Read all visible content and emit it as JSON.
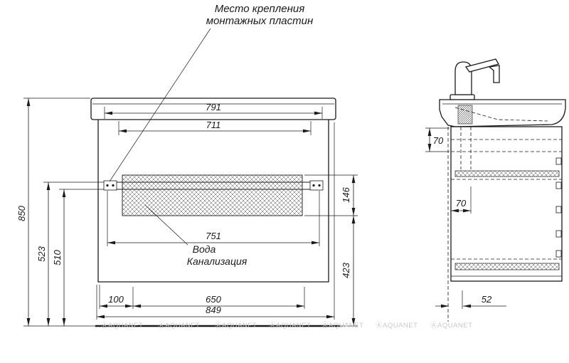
{
  "annotations": {
    "mounting_line1": "Место крепления",
    "mounting_line2": "монтажных пластин",
    "water": "Вода",
    "sewer": "Канализация"
  },
  "front_dims": {
    "d791": "791",
    "d711": "711",
    "d751": "751",
    "d850": "850",
    "d523": "523",
    "d510": "510",
    "d146": "146",
    "d423": "423",
    "d100": "100",
    "d650": "650",
    "d849": "849"
  },
  "side_dims": {
    "d70_top": "70",
    "d70_mid": "70",
    "d52": "52"
  },
  "watermark": {
    "text": "ⒶAQUANET"
  },
  "colors": {
    "line": "#1a1a1a",
    "watermark": "#c9c9c9",
    "background": "#ffffff"
  }
}
